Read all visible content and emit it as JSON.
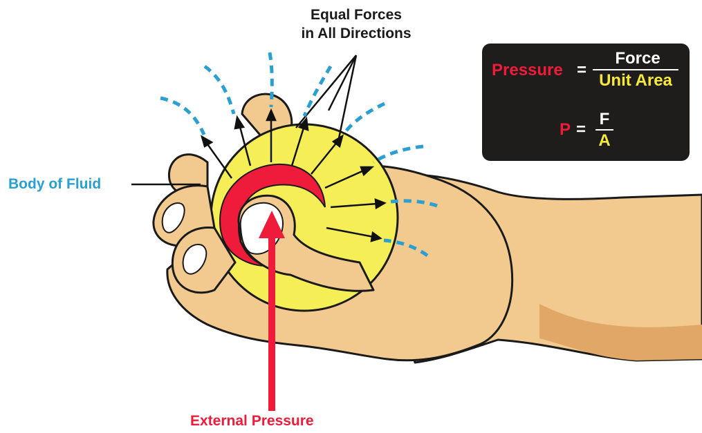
{
  "labels": {
    "forces_line1": "Equal Forces",
    "forces_line2": "in All Directions",
    "body_of_fluid": "Body of Fluid",
    "external_pressure": "External Pressure"
  },
  "formula": {
    "lhs": "Pressure",
    "equals": "=",
    "numerator": "Force",
    "denominator": "Unit Area",
    "short_lhs": "P",
    "short_equals": "=",
    "short_numerator": "F",
    "short_denominator": "A"
  },
  "colors": {
    "skin": "#f2c98f",
    "skin_shadow": "#e0a766",
    "fluid": "#f5ee57",
    "pressure_red": "#ee1c3a",
    "dash_blue": "#2a9fd0",
    "panel": "#1e1d1b",
    "formula_yellow": "#f7e93b"
  }
}
